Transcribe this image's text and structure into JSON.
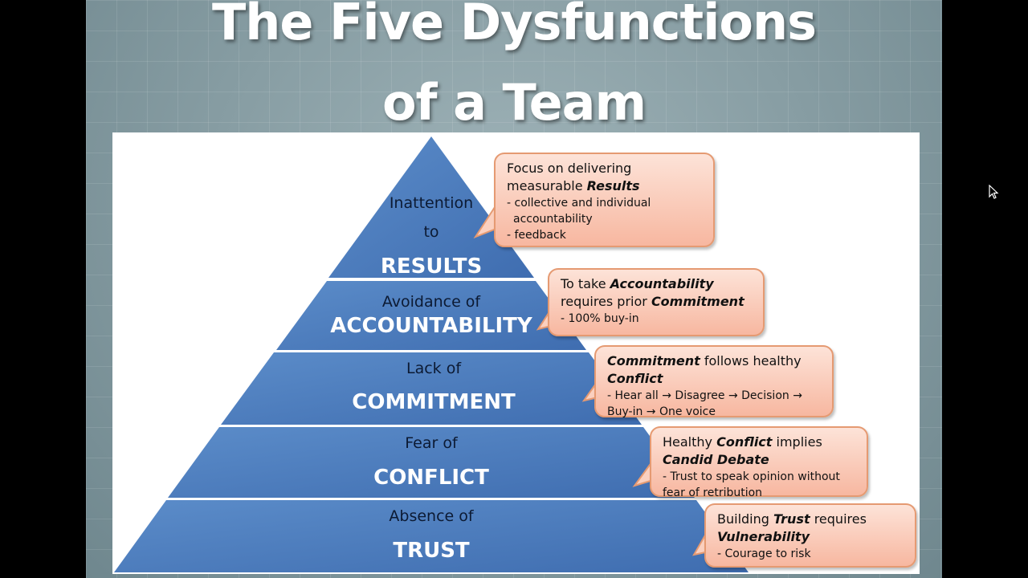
{
  "title": {
    "line1": "The Five Dysfunctions",
    "line2": "of a Team"
  },
  "levels": [
    {
      "sub1": "Inattention",
      "sub2": "to",
      "main": "RESULTS"
    },
    {
      "sub1": "Avoidance of",
      "main": "ACCOUNTABILITY"
    },
    {
      "sub1": "Lack of",
      "main": "COMMITMENT"
    },
    {
      "sub1": "Fear of",
      "main": "CONFLICT"
    },
    {
      "sub1": "Absence of",
      "main": "TRUST"
    }
  ],
  "callouts": [
    {
      "line1": {
        "pre": "Focus on  delivering",
        "em": "",
        "post": ""
      },
      "line2": {
        "pre": "measurable ",
        "em": "Results",
        "post": ""
      },
      "bullets": [
        "- collective and individual",
        "  accountability",
        "- feedback"
      ]
    },
    {
      "line1": {
        "pre": "To take ",
        "em": "Accountability",
        "post": ""
      },
      "line2": {
        "pre": "requires prior ",
        "em": "Commitment",
        "post": ""
      },
      "bullets": [
        "- 100% buy-in"
      ]
    },
    {
      "line1": {
        "pre": "",
        "em": "Commitment",
        "post": " follows healthy"
      },
      "line2": {
        "pre": "",
        "em": "Conflict",
        "post": ""
      },
      "bullets": [
        "- Hear all  → Disagree → Decision →",
        "Buy-in  → One voice"
      ]
    },
    {
      "line1": {
        "pre": "Healthy ",
        "em": "Conflict",
        "post": " implies"
      },
      "line2": {
        "pre": "",
        "em": "Candid Debate",
        "post": ""
      },
      "bullets": [
        "- Trust to speak opinion without",
        "fear of retribution"
      ]
    },
    {
      "line1": {
        "pre": "Building ",
        "em": "Trust",
        "post": " requires"
      },
      "line2": {
        "pre": "",
        "em": "Vulnerability",
        "post": ""
      },
      "bullets": [
        "- Courage to risk"
      ]
    }
  ],
  "colors": {
    "pyramid": "#4f7fc0",
    "callout_fill": "#f9c6b2",
    "callout_border": "#e59a72"
  }
}
